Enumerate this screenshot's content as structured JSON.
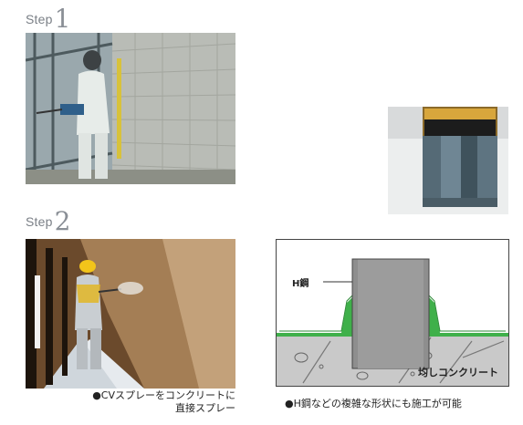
{
  "step1": {
    "word": "Step",
    "number": "1"
  },
  "step2": {
    "word": "Step",
    "number": "2"
  },
  "diagram": {
    "h_steel_label": "H鋼",
    "concrete_label": "均しコンクリート"
  },
  "captions": {
    "step2_line1": "●CVスプレーをコンクリートに",
    "step2_line2": "直接スプレー",
    "diagram": "●H鋼などの複雑な形状にも施工が可能"
  },
  "colors": {
    "coating_green": "#3fb04a",
    "concrete_gray": "#c9c9c9",
    "steel_gray": "#8e8e8e"
  }
}
